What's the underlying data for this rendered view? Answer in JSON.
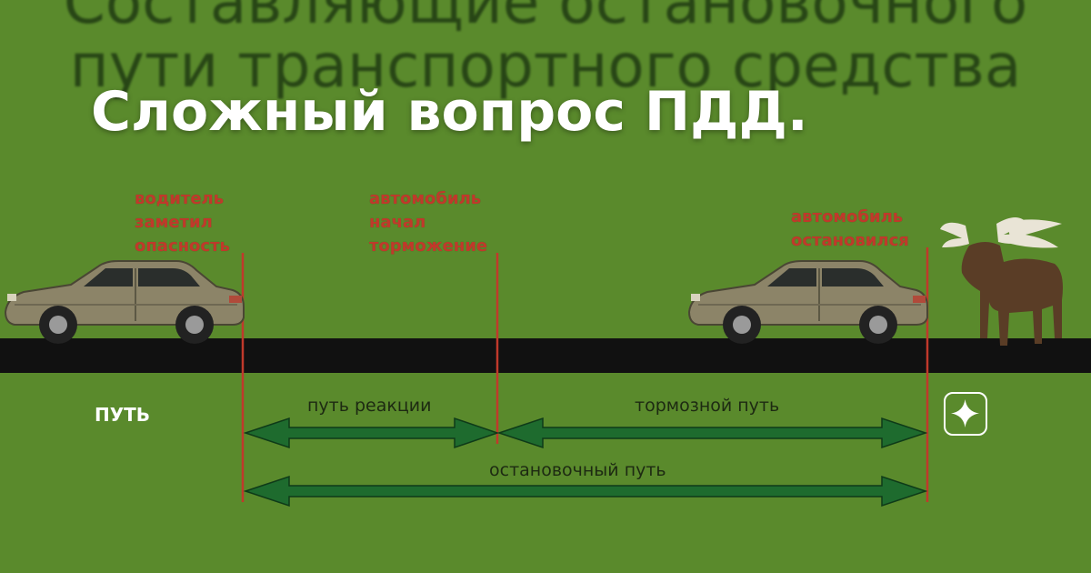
{
  "background_title": {
    "line1": "Составляющие остановочного",
    "line2": "пути транспортного средства"
  },
  "overlay_title": "Сложный вопрос ПДД.",
  "events": {
    "noticed": [
      "водитель",
      "заметил",
      "опасность"
    ],
    "braking": [
      "автомобиль",
      "начал",
      "торможение"
    ],
    "stopped": [
      "автомобиль",
      "остановился"
    ]
  },
  "segments": {
    "reaction": "путь реакции",
    "braking": "тормозной путь",
    "stopping": "остановочный путь"
  },
  "caption": "ПУТЬ",
  "badge_icon": "sparkle-star-icon",
  "colors": {
    "background": "#5a8a2c",
    "road": "#111111",
    "event_line": "#c0392b",
    "arrow": "#1e6b2e",
    "car": "#8c8468",
    "moose": "#5a3d26",
    "antler": "#e9e4d6"
  }
}
